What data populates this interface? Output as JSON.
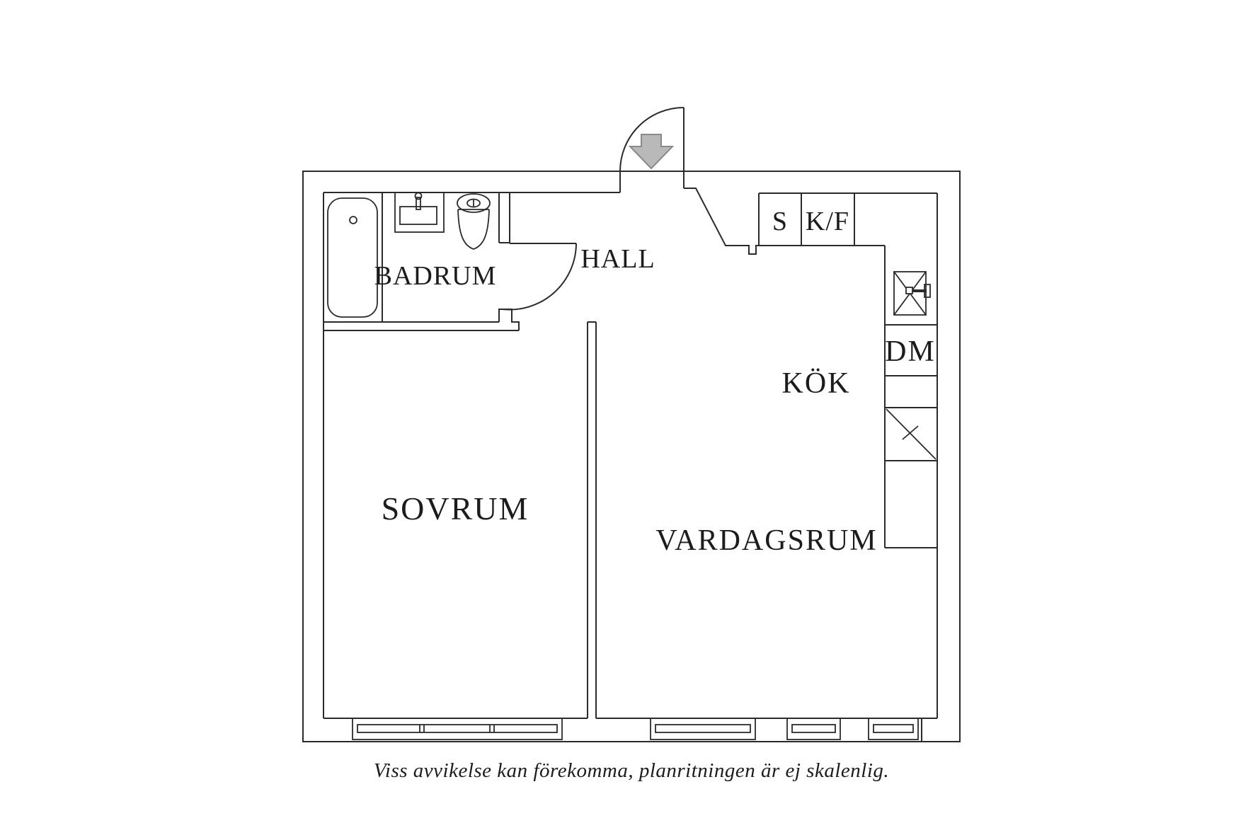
{
  "plan": {
    "title_caption": "Viss avvikelse kan förekomma, planritningen är ej skalenlig.",
    "rooms": {
      "badrum": {
        "label": "BADRUM"
      },
      "hall": {
        "label": "HALL"
      },
      "sovrum": {
        "label": "SOVRUM"
      },
      "vardagsrum": {
        "label": "VARDAGSRUM"
      },
      "kok": {
        "label": "KÖK"
      }
    },
    "fixtures": {
      "s_cabinet": {
        "label": "S"
      },
      "kf_cabinet": {
        "label": "K/F"
      },
      "dishwasher": {
        "label": "DM"
      }
    },
    "colors": {
      "wall_line": "#2b2b2b",
      "background": "#ffffff",
      "text": "#1c1c1c",
      "entry_arrow_fill": "#b9b9b9",
      "entry_arrow_stroke": "#8a8a8a"
    }
  }
}
